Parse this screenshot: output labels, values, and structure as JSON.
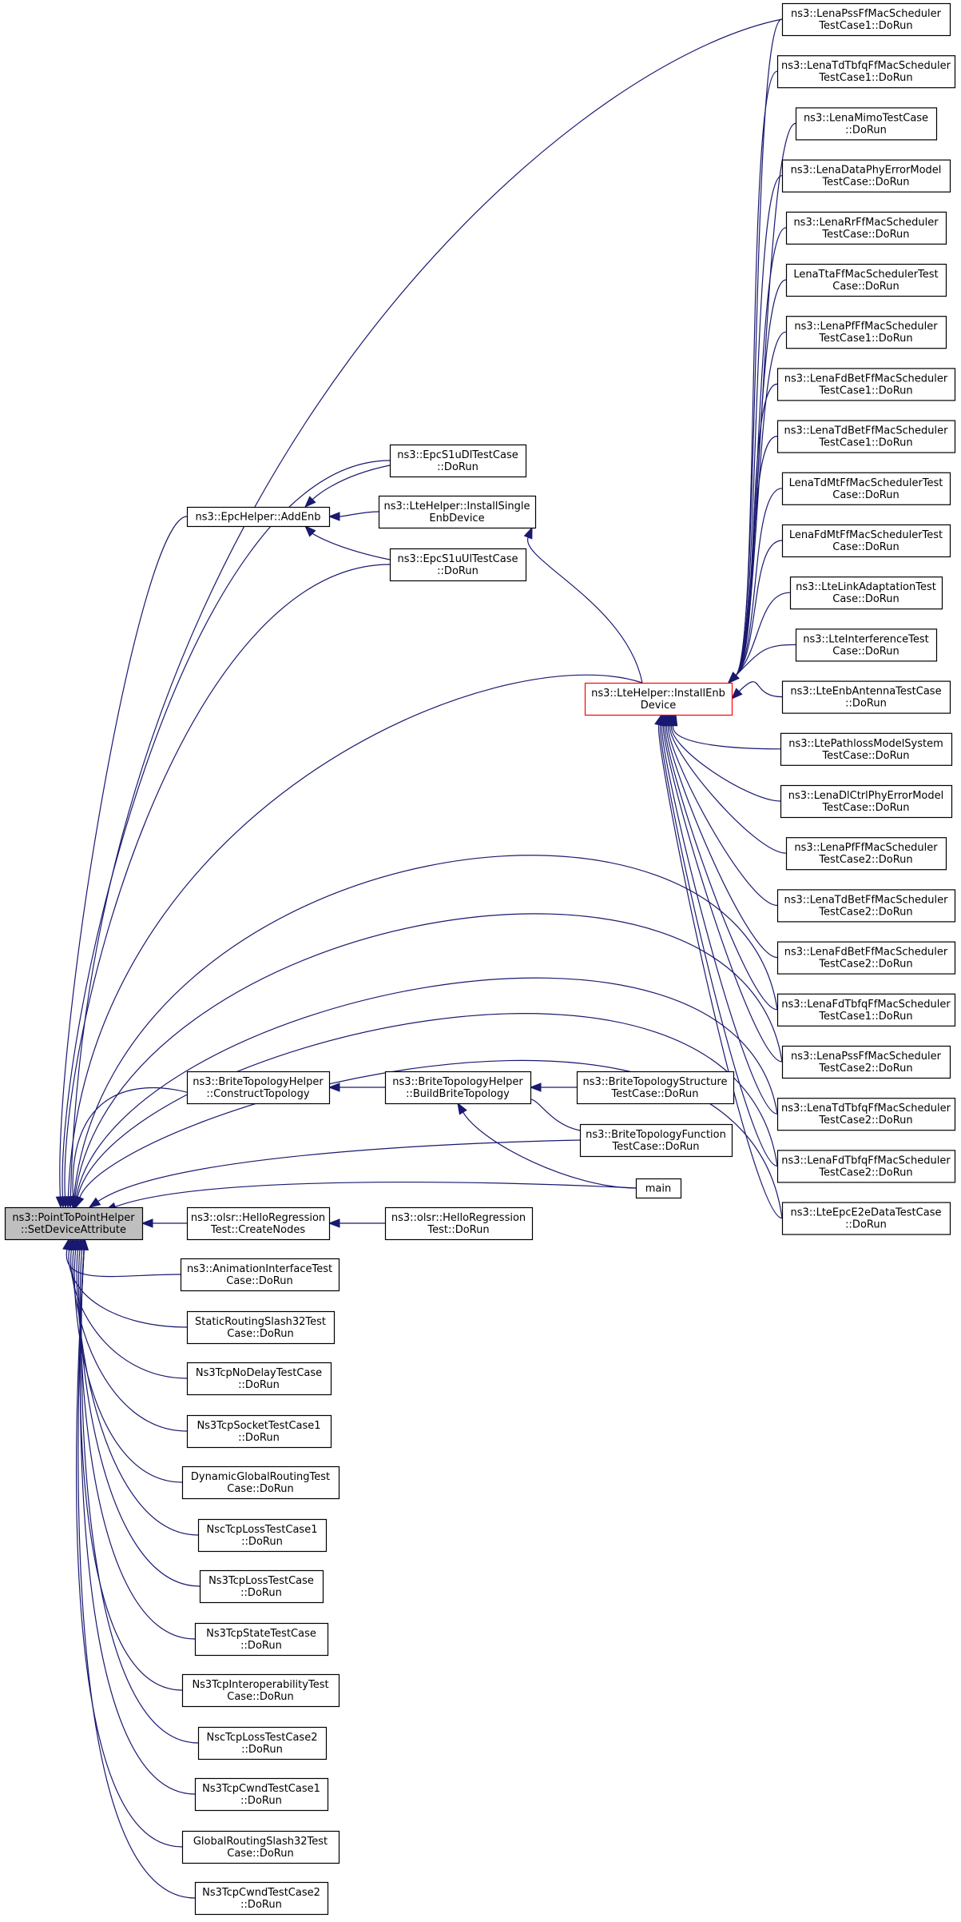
{
  "root": {
    "label": [
      "ns3::PointToPointHelper",
      "::SetDeviceAttribute"
    ]
  },
  "nodes": {
    "epc_addenb": [
      "ns3::EpcHelper::AddEnb"
    ],
    "epc_s1u_dl": [
      "ns3::EpcS1uDlTestCase",
      "::DoRun"
    ],
    "lte_install_single": [
      "ns3::LteHelper::InstallSingle",
      "EnbDevice"
    ],
    "epc_s1u_ul": [
      "ns3::EpcS1uUlTestCase",
      "::DoRun"
    ],
    "lte_install_enb": [
      "ns3::LteHelper::InstallEnb",
      "Device"
    ],
    "brite_construct": [
      "ns3::BriteTopologyHelper",
      "::ConstructTopology"
    ],
    "brite_build": [
      "ns3::BriteTopologyHelper",
      "::BuildBriteTopology"
    ],
    "brite_structure": [
      "ns3::BriteTopologyStructure",
      "TestCase::DoRun"
    ],
    "brite_function": [
      "ns3::BriteTopologyFunction",
      "TestCase::DoRun"
    ],
    "main": [
      "main"
    ],
    "olsr_create": [
      "ns3::olsr::HelloRegression",
      "Test::CreateNodes"
    ],
    "olsr_dorun": [
      "ns3::olsr::HelloRegression",
      "Test::DoRun"
    ],
    "anim": [
      "ns3::AnimationInterfaceTest",
      "Case::DoRun"
    ],
    "static_routing": [
      "StaticRoutingSlash32Test",
      "Case::DoRun"
    ],
    "ns3tcp_nodelay": [
      "Ns3TcpNoDelayTestCase",
      "::DoRun"
    ],
    "ns3tcp_socket1": [
      "Ns3TcpSocketTestCase1",
      "::DoRun"
    ],
    "dyn_global": [
      "DynamicGlobalRoutingTest",
      "Case::DoRun"
    ],
    "nsctcp_loss1": [
      "NscTcpLossTestCase1",
      "::DoRun"
    ],
    "ns3tcp_loss": [
      "Ns3TcpLossTestCase",
      "::DoRun"
    ],
    "ns3tcp_state": [
      "Ns3TcpStateTestCase",
      "::DoRun"
    ],
    "ns3tcp_interop": [
      "Ns3TcpInteroperabilityTest",
      "Case::DoRun"
    ],
    "nsctcp_loss2": [
      "NscTcpLossTestCase2",
      "::DoRun"
    ],
    "ns3tcp_cwnd1": [
      "Ns3TcpCwndTestCase1",
      "::DoRun"
    ],
    "global_routing": [
      "GlobalRoutingSlash32Test",
      "Case::DoRun"
    ],
    "ns3tcp_cwnd2": [
      "Ns3TcpCwndTestCase2",
      "::DoRun"
    ],
    "r_pss1": [
      "ns3::LenaPssFfMacScheduler",
      "TestCase1::DoRun"
    ],
    "r_tdtbfq1": [
      "ns3::LenaTdTbfqFfMacScheduler",
      "TestCase1::DoRun"
    ],
    "r_mimo": [
      "ns3::LenaMimoTestCase",
      "::DoRun"
    ],
    "r_dataphy": [
      "ns3::LenaDataPhyErrorModel",
      "TestCase::DoRun"
    ],
    "r_rr": [
      "ns3::LenaRrFfMacScheduler",
      "TestCase::DoRun"
    ],
    "r_tta": [
      "LenaTtaFfMacSchedulerTest",
      "Case::DoRun"
    ],
    "r_pf1": [
      "ns3::LenaPfFfMacScheduler",
      "TestCase1::DoRun"
    ],
    "r_fdbet1": [
      "ns3::LenaFdBetFfMacScheduler",
      "TestCase1::DoRun"
    ],
    "r_tdbet1": [
      "ns3::LenaTdBetFfMacScheduler",
      "TestCase1::DoRun"
    ],
    "r_tdmt": [
      "LenaTdMtFfMacSchedulerTest",
      "Case::DoRun"
    ],
    "r_fdmt": [
      "LenaFdMtFfMacSchedulerTest",
      "Case::DoRun"
    ],
    "r_linkadapt": [
      "ns3::LteLinkAdaptationTest",
      "Case::DoRun"
    ],
    "r_interf": [
      "ns3::LteInterferenceTest",
      "Case::DoRun"
    ],
    "r_enbant": [
      "ns3::LteEnbAntennaTestCase",
      "::DoRun"
    ],
    "r_pathloss": [
      "ns3::LtePathlossModelSystem",
      "TestCase::DoRun"
    ],
    "r_dlctrl": [
      "ns3::LenaDlCtrlPhyErrorModel",
      "TestCase::DoRun"
    ],
    "r_pf2": [
      "ns3::LenaPfFfMacScheduler",
      "TestCase2::DoRun"
    ],
    "r_tdbet2": [
      "ns3::LenaTdBetFfMacScheduler",
      "TestCase2::DoRun"
    ],
    "r_fdbet2": [
      "ns3::LenaFdBetFfMacScheduler",
      "TestCase2::DoRun"
    ],
    "r_fdtbfq1": [
      "ns3::LenaFdTbfqFfMacScheduler",
      "TestCase1::DoRun"
    ],
    "r_pss2": [
      "ns3::LenaPssFfMacScheduler",
      "TestCase2::DoRun"
    ],
    "r_tdtbfq2": [
      "ns3::LenaTdTbfqFfMacScheduler",
      "TestCase2::DoRun"
    ],
    "r_fdtbfq2": [
      "ns3::LenaFdTbfqFfMacScheduler",
      "TestCase2::DoRun"
    ],
    "r_e2e": [
      "ns3::LteEpcE2eDataTestCase",
      "::DoRun"
    ]
  }
}
